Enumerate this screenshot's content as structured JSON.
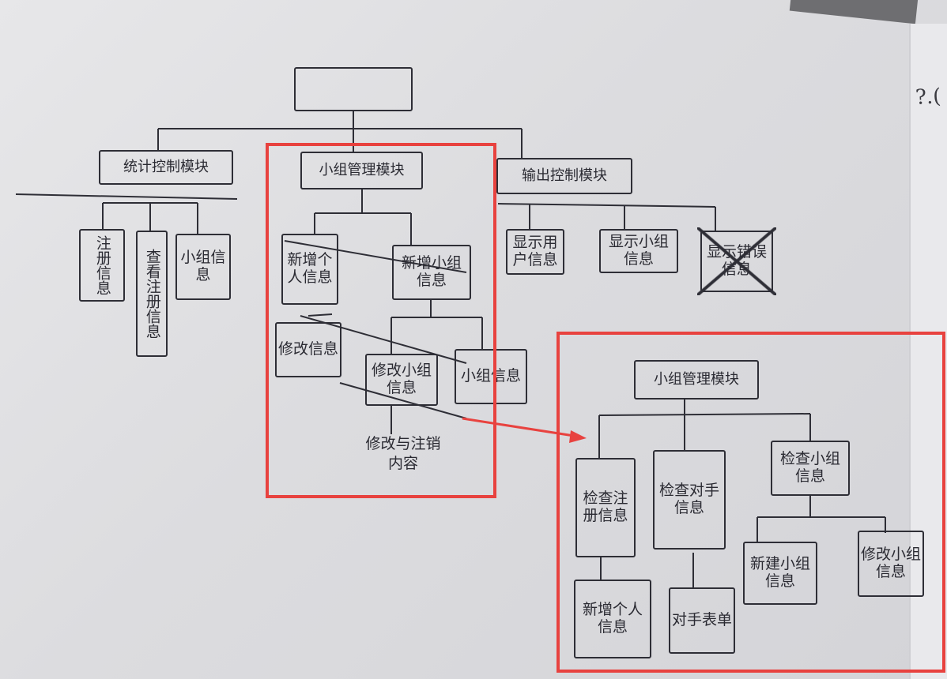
{
  "diagram": {
    "root": "",
    "left_module": {
      "title": "统计控制模块",
      "children": [
        "注册信息",
        "查看注册信息",
        "小组信息"
      ]
    },
    "group_module": {
      "title": "小组管理模块",
      "children": [
        "新增个人信息",
        "新增小组信息"
      ],
      "sub_left": "修改信息",
      "sub_right": [
        "修改小组信息",
        "小组信息"
      ],
      "bottom_text": "修改与注销内容"
    },
    "output_module": {
      "title": "输出控制模块",
      "children": [
        "显示用户信息",
        "显示小组信息",
        "显示错误信息"
      ]
    },
    "revised_module": {
      "title": "小组管理模块",
      "children": [
        "检查注册信息",
        "检查对手信息",
        "检查小组信息"
      ],
      "grandchildren": {
        "a": "新增个人信息",
        "b": "对手表单",
        "c1": "新建小组信息",
        "c2": "修改小组信息"
      }
    }
  },
  "side_paper": {
    "label": "?.("
  },
  "colors": {
    "highlight": "#e8423f",
    "ink": "#2e2e36",
    "paper": "#e7e7e9"
  }
}
